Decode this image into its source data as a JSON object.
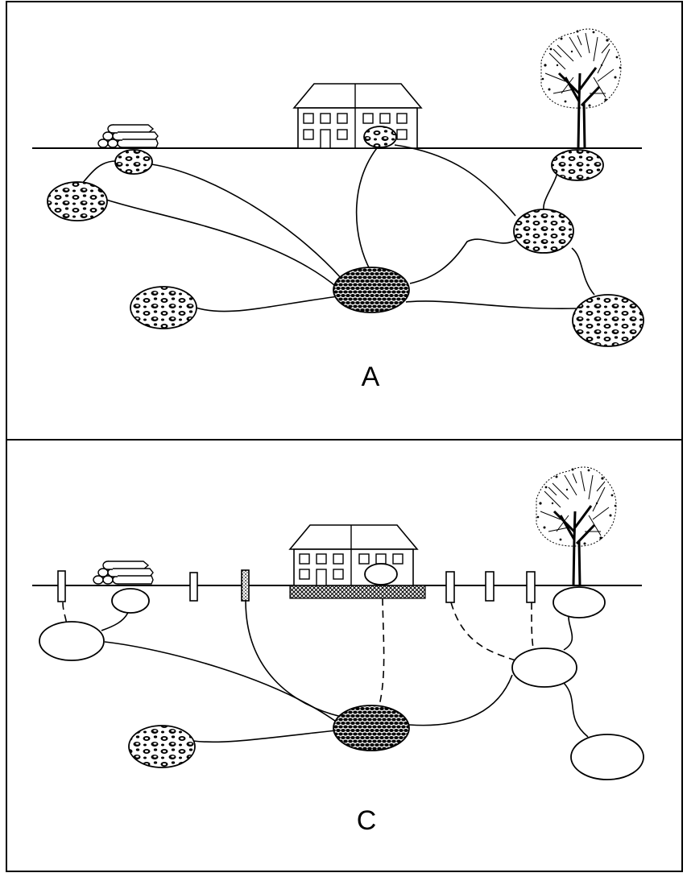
{
  "figure": {
    "panels": [
      {
        "id": "A",
        "label": "A"
      },
      {
        "id": "C",
        "label": "C"
      }
    ],
    "colors": {
      "ink": "#000000",
      "paper": "#ffffff",
      "hatch": "#000000"
    },
    "icons": [
      "log-pile-icon",
      "house-icon",
      "tree-icon",
      "fence-post-icon",
      "nest-chamber-icon",
      "main-nest-icon"
    ]
  }
}
